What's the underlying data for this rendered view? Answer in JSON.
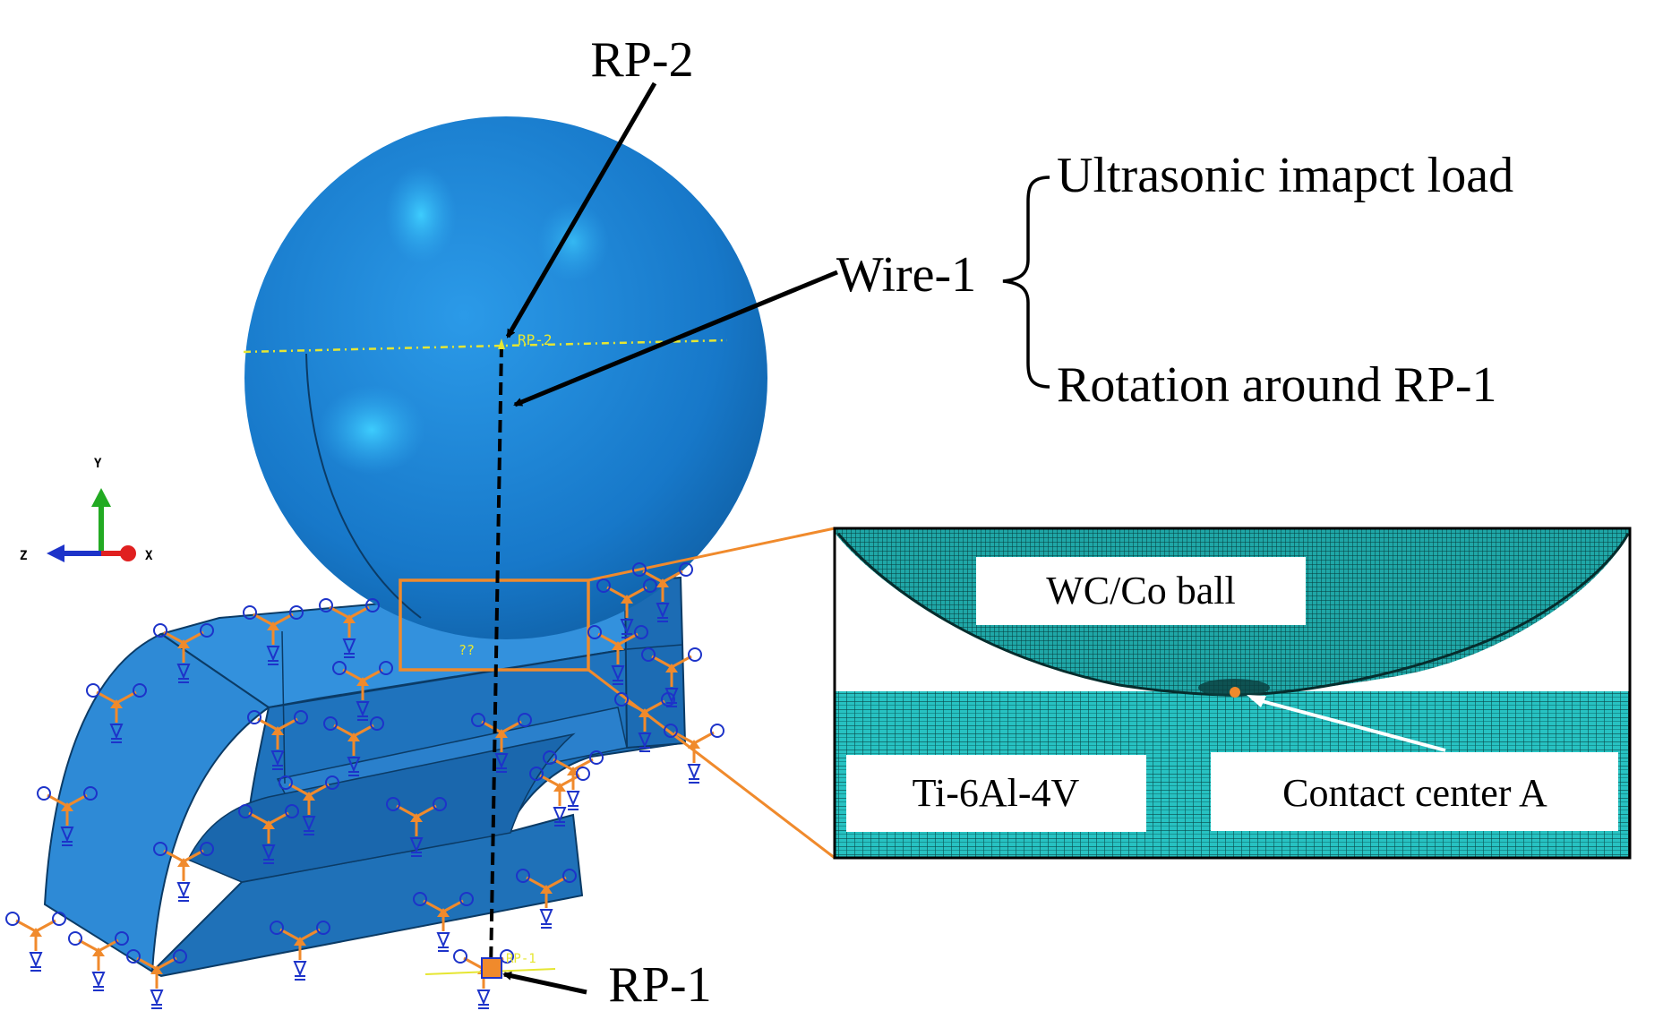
{
  "labels": {
    "rp2": "RP-2",
    "rp1": "RP-1",
    "wire": "Wire-1",
    "load_ultrasonic": "Ultrasonic imapct load",
    "load_rotation": "Rotation around RP-1",
    "ball_material": "WC/Co ball",
    "workpiece_material": "Ti-6Al-4V",
    "contact_point": "Contact center A"
  },
  "model_tags": {
    "rp2_tag": "RP-2",
    "rp1_tag": "RP-1",
    "center_tag": "??"
  },
  "axes": {
    "y": "Y",
    "z": "Z",
    "x": "X"
  },
  "colors": {
    "sphere": "#1a7fd4",
    "workpiece": "#2b86d6",
    "mesh": "#1fb3b3",
    "highlight_box": "#f0913a",
    "bc_symbol_orange": "#f08a2c",
    "bc_symbol_blue": "#1d33c9",
    "wire": "#000000",
    "axis_y": "#22aa22",
    "axis_z": "#1d33c9",
    "axis_x": "#e02020"
  },
  "icons": [
    "arrow-icon",
    "brace-icon",
    "axis-triad-icon",
    "boundary-condition-icon"
  ]
}
